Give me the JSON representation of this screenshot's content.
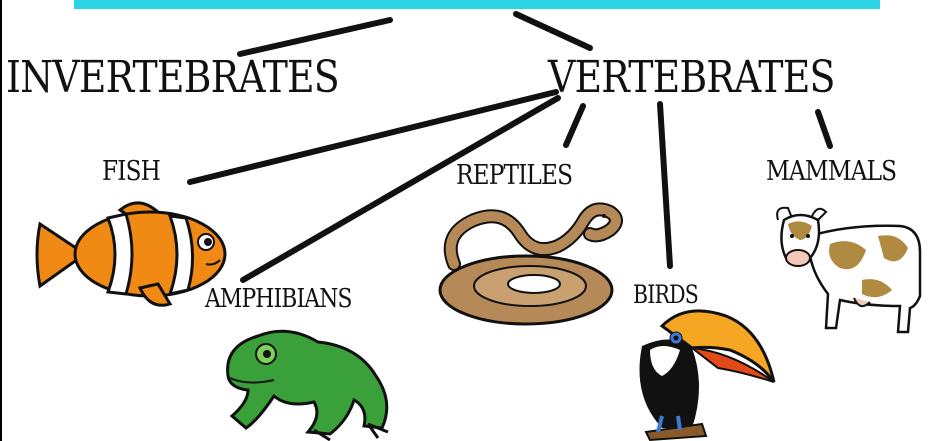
{
  "colors": {
    "banner": "#2ad3e6",
    "line": "#111111",
    "fish_orange": "#f08a14",
    "frog_green": "#3aa13a",
    "snake_brown": "#b68a58",
    "toucan_beak": "#f5a623",
    "cow_spots": "#b08a40"
  },
  "labels": {
    "invertebrates": "INVERTEBRATES",
    "vertebrates": "VERTEBRATES",
    "fish": "FISH",
    "reptiles": "REPTILES",
    "mammals": "MAMMALS",
    "amphibians": "AMPHIBIANS",
    "birds": "BIRDS"
  },
  "pictures": [
    "clownfish",
    "frog",
    "snake",
    "toucan",
    "cow"
  ]
}
